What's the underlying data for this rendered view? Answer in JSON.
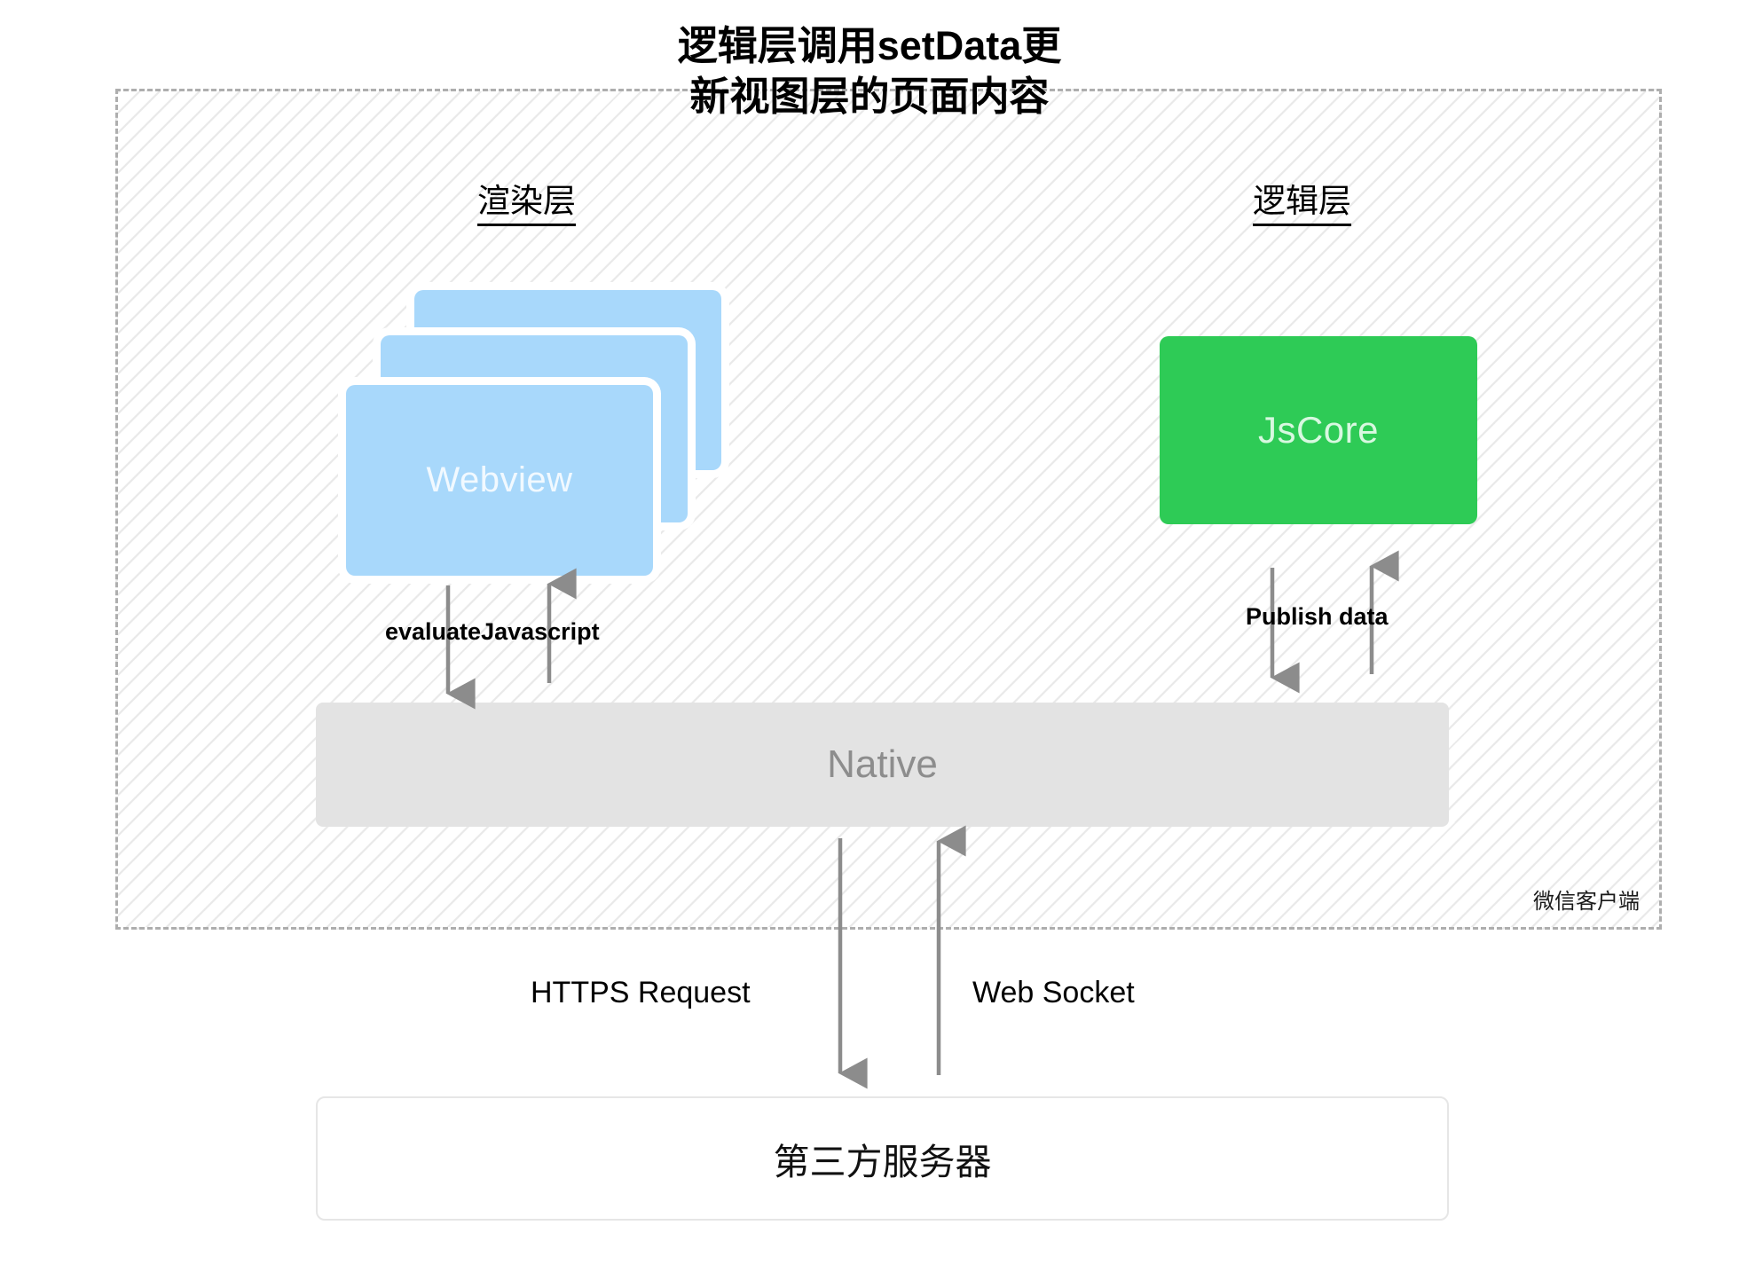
{
  "title": {
    "line1": "逻辑层调用setData更",
    "line2": "新视图层的页面内容"
  },
  "container": {
    "label": "微信客户端"
  },
  "captions": {
    "render_layer": "渲染层",
    "logic_layer": "逻辑层"
  },
  "nodes": {
    "webview": "Webview",
    "jscore": "JsCore",
    "native": "Native",
    "third_party_server": "第三方服务器"
  },
  "arrow_labels": {
    "evaluate_javascript": "evaluateJavascript",
    "publish_data": "Publish data",
    "https_request": "HTTPS Request",
    "web_socket": "Web Socket"
  },
  "colors": {
    "webview_fill": "#a8d8fb",
    "jscore_fill": "#2ecb56",
    "native_fill": "#e3e3e3",
    "arrow_stroke": "#8c8c8c",
    "container_border": "#aeaeae",
    "hatch_line": "#e9e9e9"
  },
  "edges": [
    {
      "from": "Webview",
      "to": "Native",
      "direction": "down",
      "label": "evaluateJavascript"
    },
    {
      "from": "Native",
      "to": "Webview",
      "direction": "up",
      "label": "evaluateJavascript"
    },
    {
      "from": "JsCore",
      "to": "Native",
      "direction": "down",
      "label": "Publish data"
    },
    {
      "from": "Native",
      "to": "JsCore",
      "direction": "up",
      "label": "Publish data"
    },
    {
      "from": "Native",
      "to": "第三方服务器",
      "direction": "down",
      "label": "HTTPS Request"
    },
    {
      "from": "第三方服务器",
      "to": "Native",
      "direction": "up",
      "label": "Web Socket"
    }
  ]
}
